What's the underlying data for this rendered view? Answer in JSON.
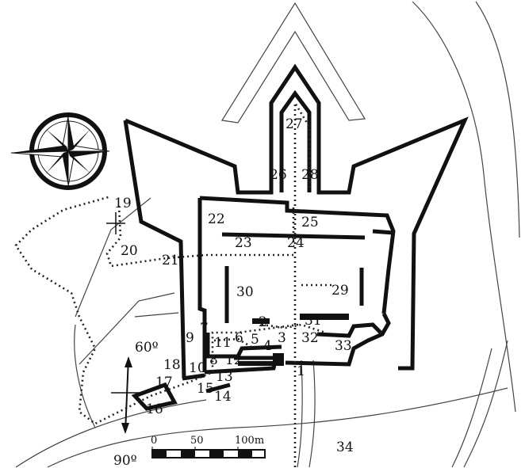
{
  "compass": {
    "icon": "compass-rose-icon"
  },
  "north_arrow": {
    "icon": "north-arrow-icon"
  },
  "labels": {
    "l1": "1",
    "l2": "2",
    "l3": "3",
    "l4": "4",
    "l5": "5",
    "l6": "6",
    "l7": "7",
    "l8": "8",
    "l9": "9",
    "l10": "10",
    "l11": "11",
    "l12": "12",
    "l13": "13",
    "l14": "14",
    "l15": "15",
    "l16": "16",
    "l17": "17",
    "l18": "18",
    "l19": "19",
    "l20": "20",
    "l21": "21",
    "l22": "22",
    "l23": "23",
    "l24": "24",
    "l25": "25",
    "l26": "26",
    "l27": "27",
    "l28": "28",
    "l29": "29",
    "l30": "30",
    "l31": "31",
    "l32": "32",
    "l33": "33",
    "l34": "34"
  },
  "contours": {
    "c60": "60º",
    "c90": "90º"
  },
  "scale_bar": {
    "zero": "0",
    "fifty": "50",
    "hundred": "100m"
  }
}
